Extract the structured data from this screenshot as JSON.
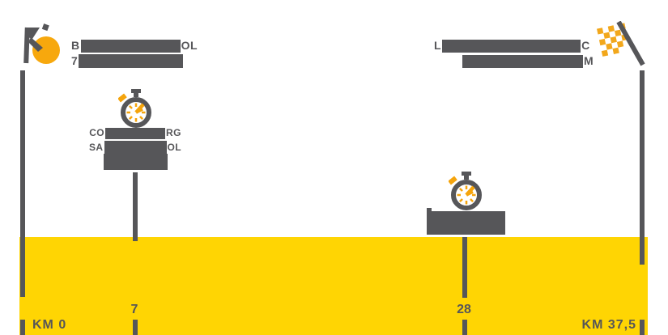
{
  "colors": {
    "band_yellow": "#FFD503",
    "text_gray": "#565659",
    "stopwatch_orange": "#F5A40C",
    "flag_orange": "#F2A71B",
    "wheel_orange": "#F7A80D"
  },
  "start_label": {
    "line1_prefix": "B",
    "line1_suffix": "OL",
    "line2_prefix": "7"
  },
  "finish_label": {
    "line1_prefix": "L",
    "line1_suffix": "C",
    "line2_suffix": "M"
  },
  "checkpoint1_label": {
    "line1_prefix": "CO",
    "line1_suffix": "RG",
    "line2_prefix": "SA",
    "line2_suffix": "OL"
  },
  "axis": {
    "km_start": "KM 0",
    "tick_7": "7",
    "tick_28": "28",
    "km_end": "KM 37,5"
  }
}
